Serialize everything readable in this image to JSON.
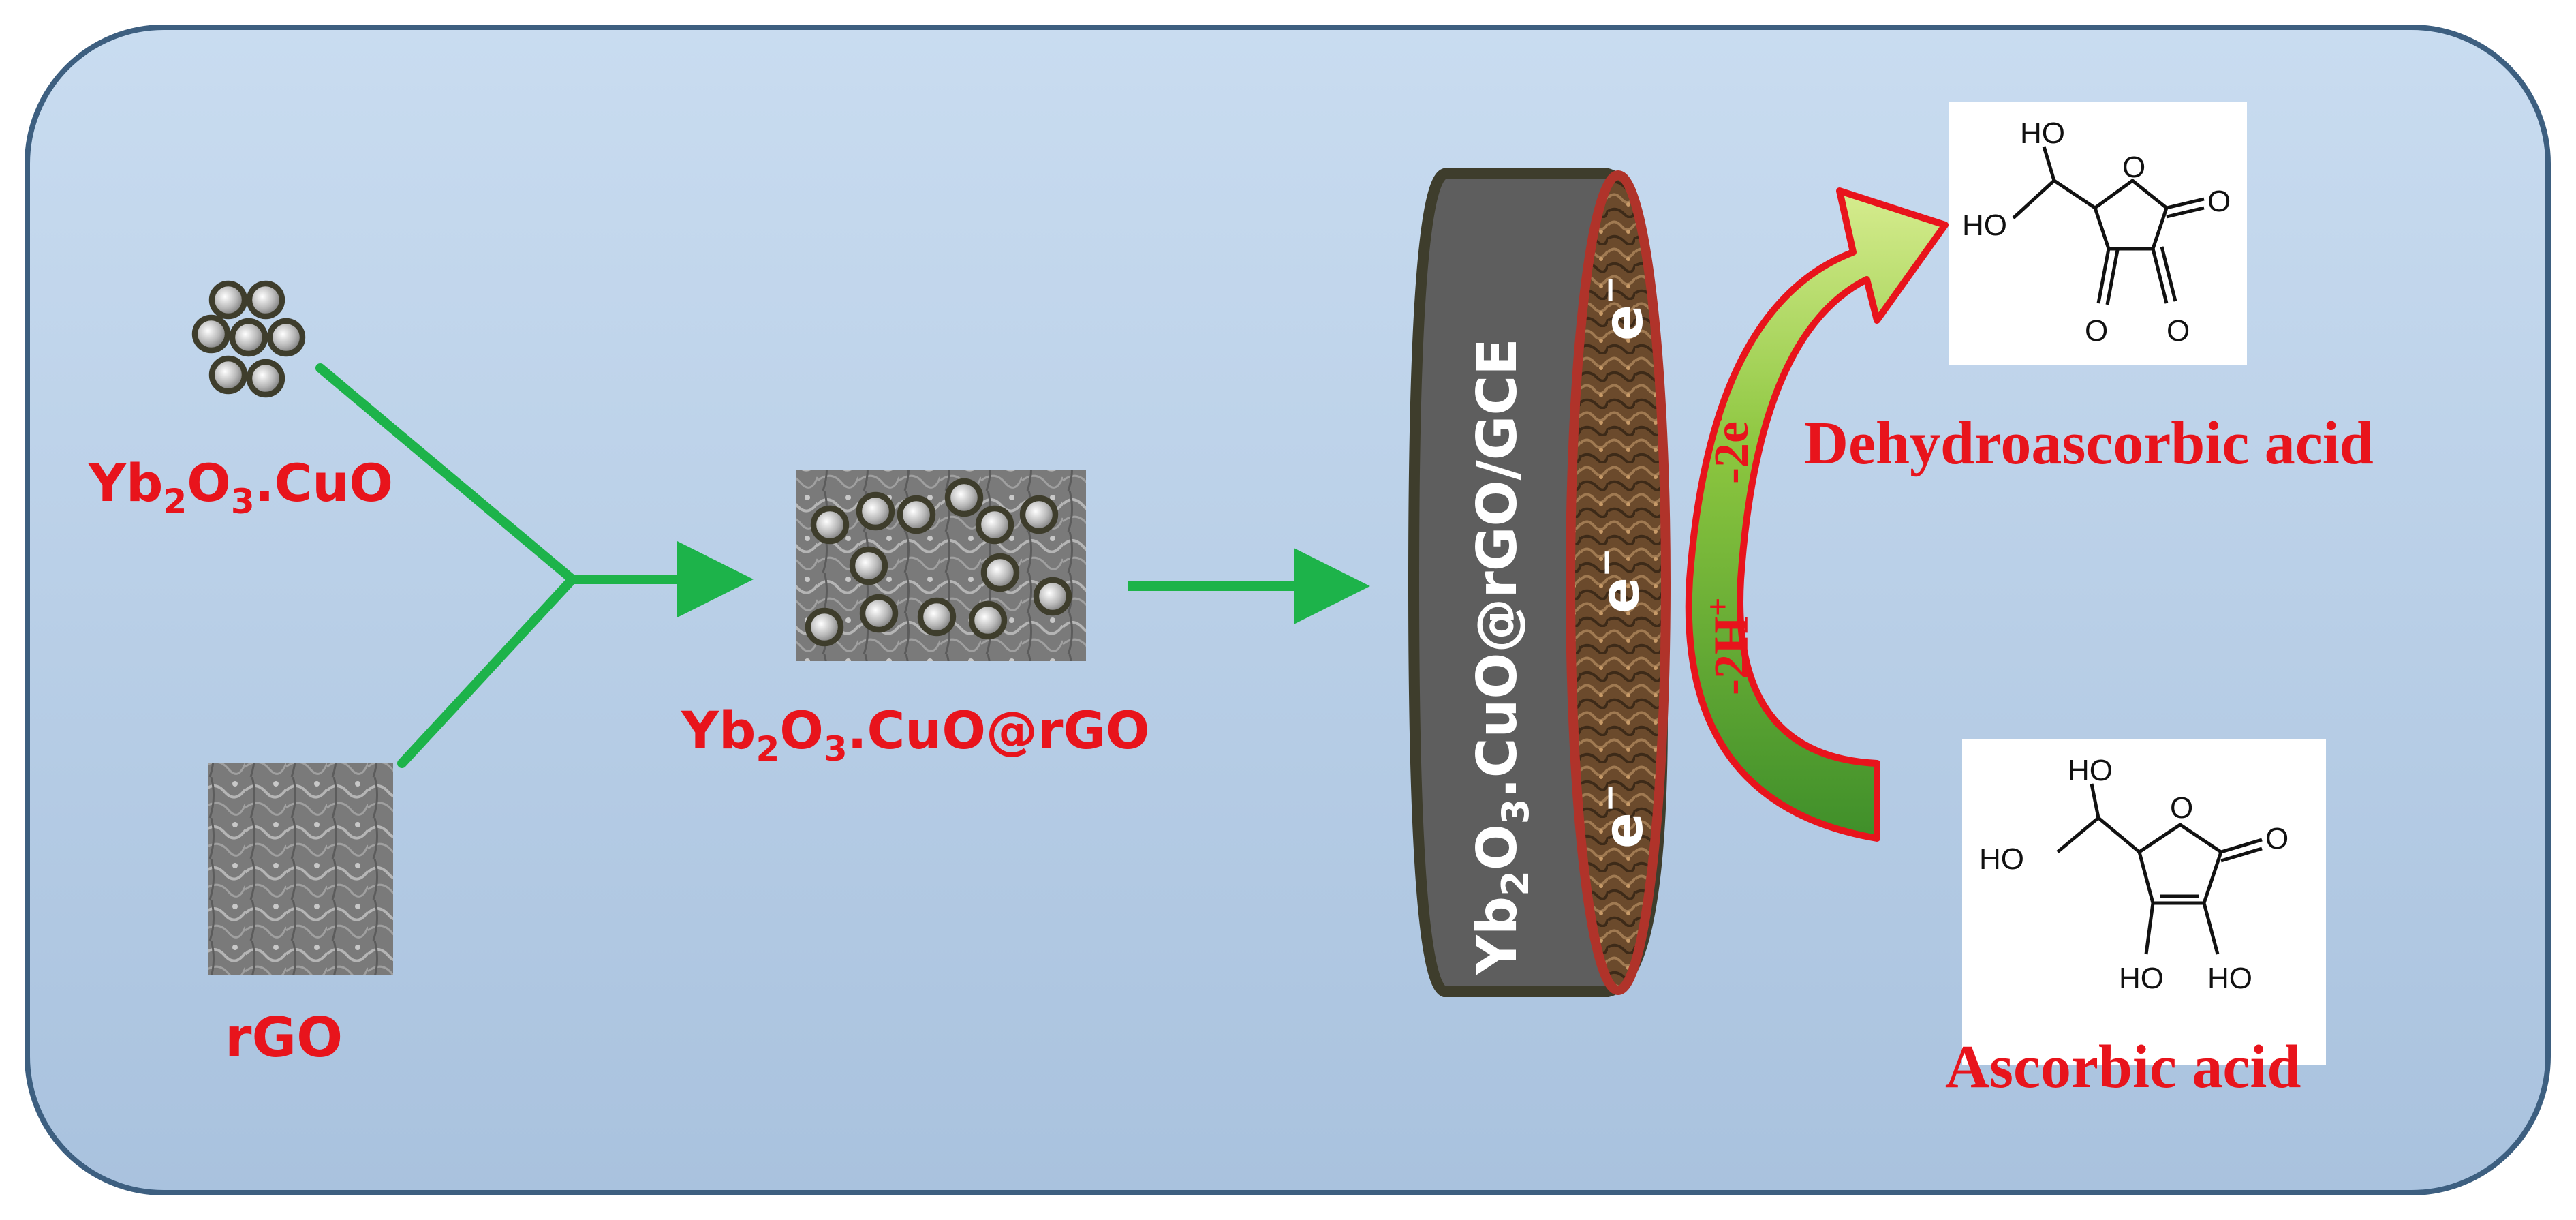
{
  "labels": {
    "composite": {
      "base": "Yb",
      "sub1": "2",
      "mid": "O",
      "sub2": "3",
      "tail": ".CuO"
    },
    "rgo": "rGO",
    "hybrid": {
      "base": "Yb",
      "sub1": "2",
      "mid": "O",
      "sub2": "3",
      "tail": ".CuO@rGO"
    },
    "electrode": {
      "base": "Yb",
      "sub1": "2",
      "mid": "O",
      "sub2": "3",
      "tail": ".CuO@rGO/GCE"
    },
    "electron": "e",
    "electron_sup": "−",
    "proton_loss": {
      "text": "-2H",
      "sup": "+"
    },
    "electron_loss": {
      "text": "-2e",
      "sup": "-"
    },
    "dehydro": "Dehydroascorbic acid",
    "ascorbic": "Ascorbic acid"
  },
  "molecules": {
    "atom_ho": "HO",
    "atom_o": "O"
  },
  "colors": {
    "panel_top": "#c9dcf0",
    "panel_bottom": "#a9c2de",
    "panel_border": "#3d5f80",
    "arrow_green": "#1db34a",
    "label_red": "#e8141c",
    "electrode_body": "#5e5e5e",
    "electrode_rim": "#3e3d2c",
    "electrode_face": "#6b4a2c",
    "curved_arrow_fill": "#7ab648",
    "curved_arrow_edge": "#e8141c"
  }
}
